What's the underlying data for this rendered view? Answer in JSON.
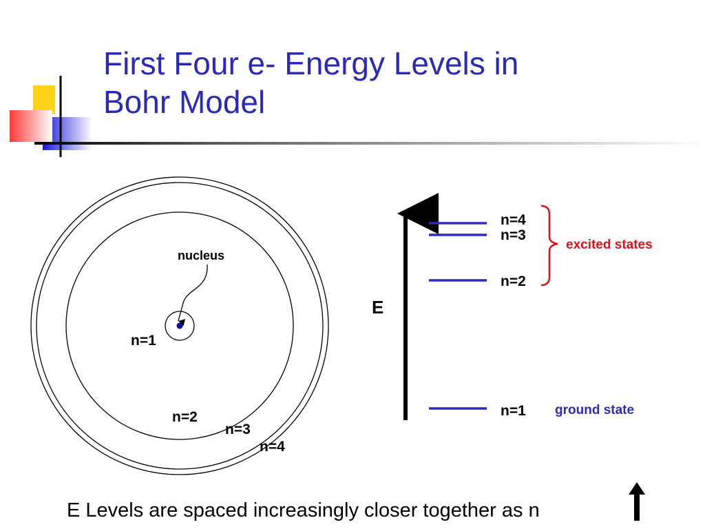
{
  "slide": {
    "title_line1": "First Four e- Energy Levels in",
    "title_line2": "Bohr Model",
    "caption": "E Levels are spaced increasingly closer together as n"
  },
  "bohr": {
    "nucleus_label": "nucleus",
    "orbit_labels": [
      "n=1",
      "n=2",
      "n=3",
      "n=4"
    ]
  },
  "energy": {
    "axis_label": "E",
    "level_labels": [
      "n=4",
      "n=3",
      "n=2",
      "n=1"
    ],
    "excited_label": "excited states",
    "ground_label": "ground state"
  },
  "colors": {
    "title": "#2a2ab8",
    "level_line": "#2b2bbf",
    "excited": "#e0101a",
    "ground": "#2b2bbf",
    "nucleus": "#0a0aa8"
  }
}
